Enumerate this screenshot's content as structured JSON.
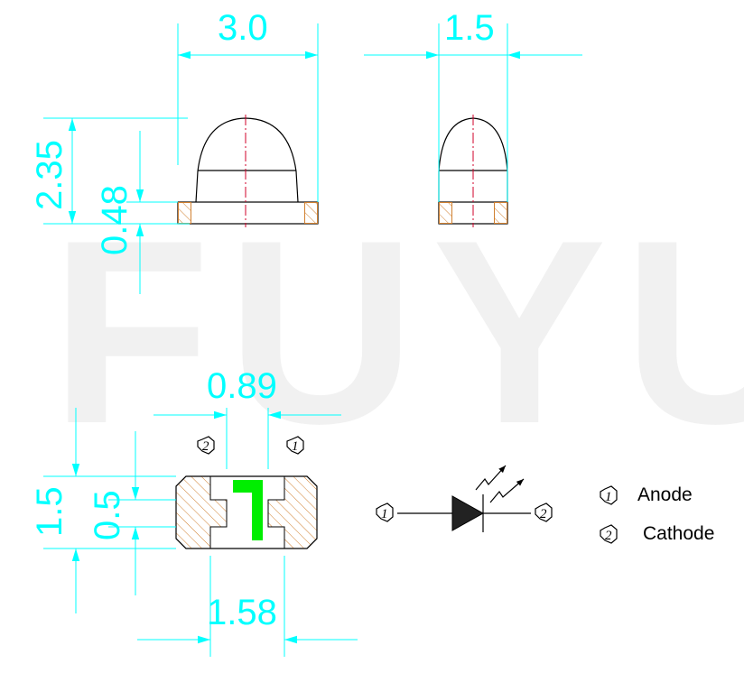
{
  "watermark": "FUYU",
  "dimensions": {
    "top_width": "3.0",
    "side_width": "1.5",
    "total_height": "2.35",
    "base_height": "0.48",
    "pad_gap": "0.89",
    "bottom_height": "1.5",
    "pad_height": "0.5",
    "pad_span": "1.58"
  },
  "pins": {
    "pin1": "1",
    "pin2": "2"
  },
  "legend": [
    {
      "pin": "1",
      "label": "Anode"
    },
    {
      "pin": "2",
      "label": "Cathode"
    }
  ],
  "colors": {
    "dimension": "#00ffff",
    "outline": "#000000",
    "centerline": "#d0002a",
    "hatch": "#d08030",
    "polarity_mark": "#00ee00",
    "watermark": "#f1f1f1"
  }
}
